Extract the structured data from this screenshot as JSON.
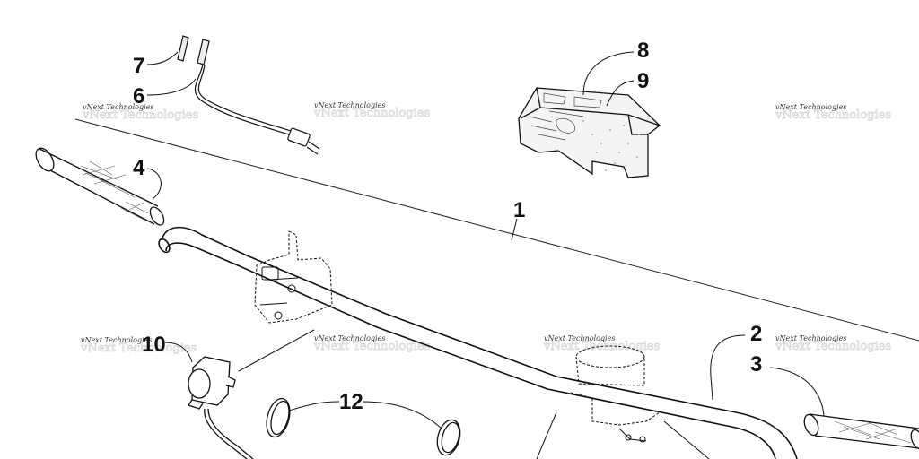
{
  "diagram": {
    "callouts": [
      "1",
      "2",
      "3",
      "4",
      "6",
      "7",
      "8",
      "9",
      "10",
      "12"
    ],
    "watermark": "vNext Technologies",
    "parts": {
      "handlebar": "1",
      "right-grip-end": "2",
      "right-grip": "3",
      "left-grip": "4",
      "heater-wire": "6",
      "heater-element": "7",
      "pad": "8",
      "pad-cover": "9",
      "switch-housing": "10",
      "retaining-clip": "12"
    }
  }
}
